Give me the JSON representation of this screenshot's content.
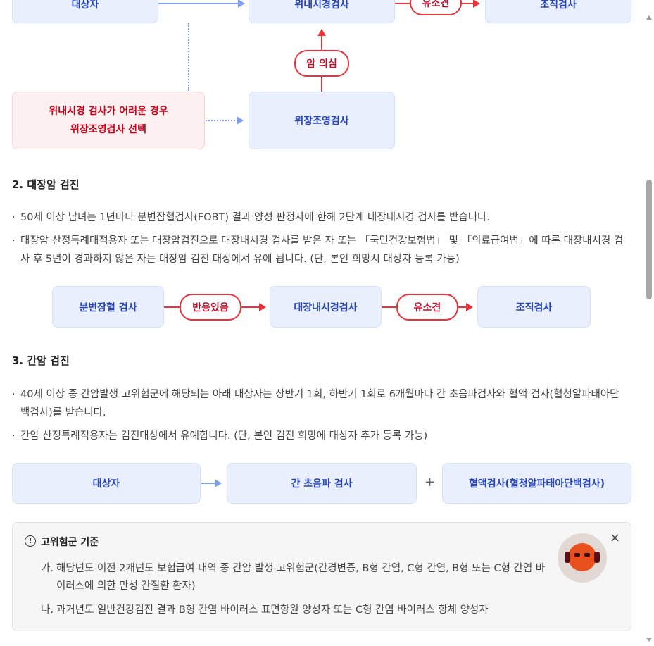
{
  "stomach_flow": {
    "target": "대상자",
    "endoscopy": "위내시경검사",
    "finding": "유소견",
    "biopsy": "조직검사",
    "suspect": "암 의심",
    "alt_line1": "위내시경 검사가 어려운 경우",
    "alt_line2": "위장조영검사 선택",
    "upper_gi": "위장조영검사"
  },
  "colon": {
    "heading": "2. 대장암 검진",
    "bullets": [
      "50세 이상 남녀는 1년마다 분변잠혈검사(FOBT) 결과 양성 판정자에 한해 2단계 대장내시경 검사를 받습니다.",
      "대장암 산정특례대적용자 또는 대장암검진으로 대장내시경 검사를 받은 자 또는 「국민건강보험법」 및 「의료급여법」에 따른 대장내시경 검사 후 5년이 경과하지 않은 자는 대장암 검진 대상에서 유예 됩니다. (단, 본인 희망시 대상자 등록 가능)"
    ],
    "flow": {
      "fobt": "분변잠혈 검사",
      "positive": "반응있음",
      "colonoscopy": "대장내시경검사",
      "finding": "유소견",
      "biopsy": "조직검사"
    }
  },
  "liver": {
    "heading": "3. 간암 검진",
    "bullets": [
      "40세 이상 중 간암발생 고위험군에 해당되는 아래 대상자는 상반기 1회, 하반기 1회로 6개월마다 간 초음파검사와 혈액 검사(혈청알파태아단백검사)를 받습니다.",
      "간암 산정특례적용자는 검진대상에서 유예합니다. (단, 본인 검진 희망에 대상자 추가 등록 가능)"
    ],
    "flow": {
      "target": "대상자",
      "ultrasound": "간 초음파 검사",
      "plus": "+",
      "blood": "혈액검사(혈청알파태아단백검사)"
    }
  },
  "info": {
    "title": "고위험군 기준",
    "items": [
      {
        "marker": "가.",
        "text": "해당년도 이전 2개년도 보험급여 내역 중 간암 발생 고위험군(간경변증, B형 간염, C형 간염, B형 또는 C형 간염 바이러스에 의한 만성 간질환 환자)"
      },
      {
        "marker": "나.",
        "text": "과거년도 일반건강검진 결과 B형 간염 바이러스 표면항원 양성자 또는 C형 간염 바이러스 항체 양성자"
      }
    ],
    "close": "×"
  },
  "colors": {
    "box_bg": "#e9effd",
    "box_text": "#2745b8",
    "red": "#e8333a",
    "blue_arrow": "#7f9ef0"
  }
}
